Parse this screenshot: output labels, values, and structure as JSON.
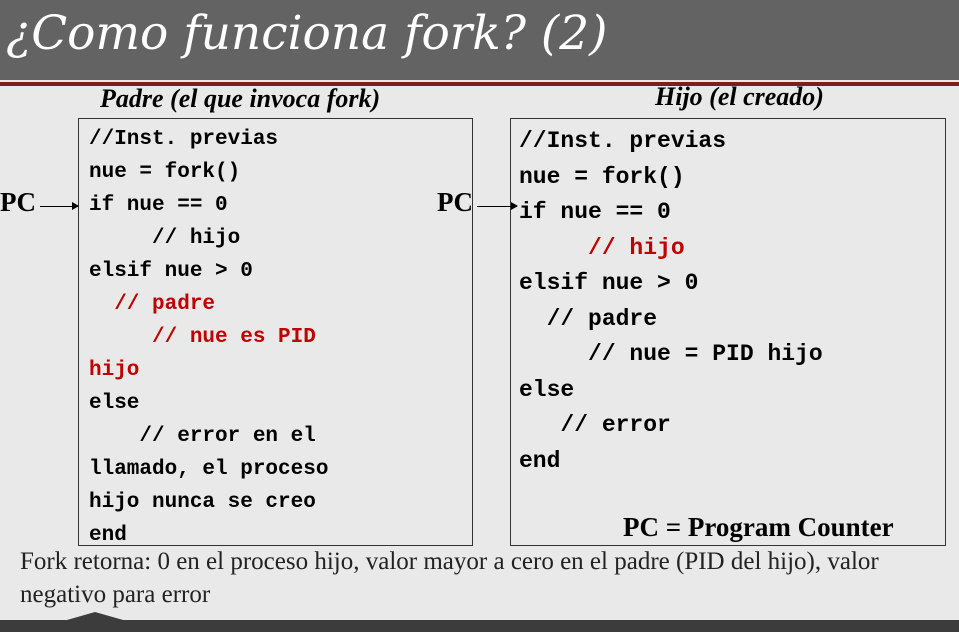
{
  "title": "¿Como funciona fork? (2)",
  "parent": {
    "header": "Padre (el que invoca fork)",
    "lines": [
      {
        "text": "//Inst. previas",
        "red": false
      },
      {
        "text": "nue = fork()",
        "red": false
      },
      {
        "text": "if nue == 0",
        "red": false
      },
      {
        "text": "     // hijo",
        "red": false
      },
      {
        "text": "elsif nue > 0",
        "red": false
      },
      {
        "text": "  // padre",
        "red": true
      },
      {
        "text": "     // nue es PID",
        "red": true
      },
      {
        "text": "hijo",
        "red": true
      },
      {
        "text": "else",
        "red": false
      },
      {
        "text": "    // error en el",
        "red": false
      },
      {
        "text": "llamado, el proceso",
        "red": false
      },
      {
        "text": "hijo nunca se creo",
        "red": false
      },
      {
        "text": "end",
        "red": false
      }
    ]
  },
  "child": {
    "header": "Hijo (el creado)",
    "lines": [
      {
        "text": "//Inst. previas",
        "red": false
      },
      {
        "text": "nue = fork()",
        "red": false
      },
      {
        "text": "if nue == 0",
        "red": false
      },
      {
        "text": "     // hijo",
        "red": true
      },
      {
        "text": "elsif nue > 0",
        "red": false
      },
      {
        "text": "  // padre",
        "red": false
      },
      {
        "text": "     // nue = PID hijo",
        "red": false
      },
      {
        "text": "else",
        "red": false
      },
      {
        "text": "   // error",
        "red": false
      },
      {
        "text": "end",
        "red": false
      }
    ]
  },
  "pc_label": "PC",
  "pc_definition": "PC = Program Counter",
  "footer": "Fork retorna: 0 en el proceso hijo, valor mayor a cero en el padre (PID del hijo), valor negativo para error"
}
